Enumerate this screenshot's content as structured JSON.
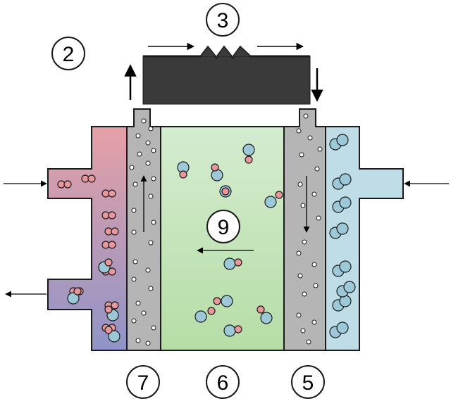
{
  "labels": {
    "label_2": "2",
    "label_3": "3",
    "label_5": "5",
    "label_6": "6",
    "label_7": "7",
    "label_9": "9"
  },
  "colors": {
    "anode_gradient_top": "#e6a0a6",
    "anode_gradient_bottom": "#8f94c8",
    "electrode_gray": "#b5b5b5",
    "electrolyte_green": "#c9e6bf",
    "cathode_blue": "#bfdde6",
    "load_block": "#3a3a3a",
    "molecule_red": "#e8989c",
    "molecule_blue": "#9cc8d8",
    "stroke": "#1a1a1a"
  },
  "icons": {
    "resistor": "zigzag-resistor-icon",
    "electron": "small-white-circle",
    "hydrogen": "pink-double-circle",
    "oxygen": "blue-double-circle",
    "water": "blue-pink-molecule"
  }
}
